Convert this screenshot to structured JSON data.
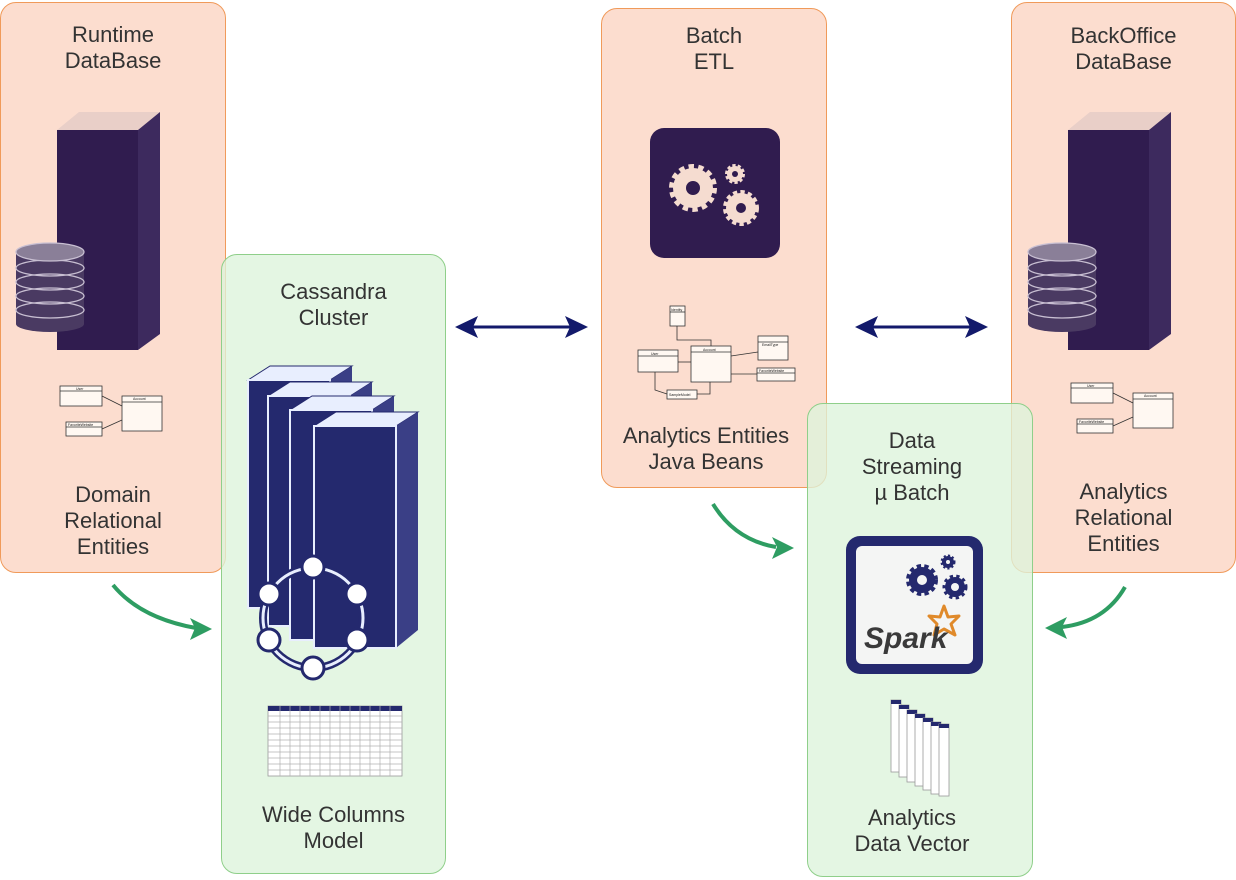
{
  "colors": {
    "orange_fill": "#fbd6c4",
    "orange_border": "#f09a5a",
    "green_fill": "#ddf3db",
    "green_border": "#8fcf8a",
    "server_purple": "#301c4f",
    "cluster_blue": "#24296e",
    "arrow_navy": "#131a6b",
    "arrow_green": "#2e9d62",
    "spark_orange": "#e08a2a"
  },
  "runtime_db": {
    "title_line1": "Runtime",
    "title_line2": "DataBase",
    "caption_line1": "Domain",
    "caption_line2": "Relational",
    "caption_line3": "Entities"
  },
  "cassandra": {
    "title_line1": "Cassandra",
    "title_line2": "Cluster",
    "caption_line1": "Wide Columns",
    "caption_line2": "Model"
  },
  "batch_etl": {
    "title_line1": "Batch",
    "title_line2": "ETL",
    "caption_line1": "Analytics Entities",
    "caption_line2": "Java Beans"
  },
  "streaming": {
    "title_line1": "Data",
    "title_line2": "Streaming",
    "title_line3": "µ Batch",
    "spark_logo_text": "Spark",
    "caption_line1": "Analytics",
    "caption_line2": "Data Vector"
  },
  "backoffice_db": {
    "title_line1": "BackOffice",
    "title_line2": "DataBase",
    "caption_line1": "Analytics",
    "caption_line2": "Relational",
    "caption_line3": "Entities"
  },
  "uml_labels": {
    "user": "User",
    "account": "Account",
    "favorite_website": "FavoriteWebsite",
    "identity": "Identity",
    "email_type": "EmailType",
    "sample_model": "SampleModel"
  },
  "icons": [
    "server-icon",
    "database-cylinder-icon",
    "uml-diagram-icon",
    "gears-icon",
    "cluster-servers-icon",
    "ring-topology-icon",
    "table-grid-icon",
    "spark-logo-icon",
    "column-vector-icon",
    "double-arrow-icon",
    "curved-arrow-icon"
  ]
}
